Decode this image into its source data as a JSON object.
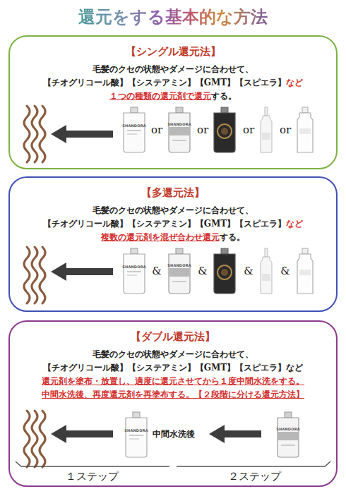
{
  "diagram": {
    "title": "還元をする基本的な方法",
    "nodes": [
      {
        "text": [
          "【シングル還元法】",
          "毛髪のクセの状態やダメージに合わせて、",
          "【チオグリコール酸】【システアミン】【GMT】【スピエラ】",
          "など",
          "１つの種類の還元剤で還元",
          "する。"
        ]
      },
      {
        "text": [
          "【多還元法】",
          "毛髪のクセの状態やダメージに合わせて、",
          "【チオグリコール酸】【システアミン】【GMT】【スピエラ】",
          "など",
          "複数の還元剤を混ぜ合わせ還元",
          "する。"
        ]
      },
      {
        "text": [
          "【ダブル還元法】",
          "毛髪のクセの状態やダメージに合わせて、",
          "【チオグリコール酸】【システアミン】【GMT】【スピエラ】など",
          "還元剤を塗布・放置し、適度に還元させてから１度中間水洗をする。",
          "中間水洗後、再度還元剤を再塗布する。【２段階に分ける還元方法】"
        ]
      }
    ],
    "labels": [
      "or",
      "or",
      "or",
      "or",
      "&",
      "&",
      "&",
      "&",
      "中間水洗後",
      "１ステップ",
      "２ステップ",
      "SHANDORA",
      "SHANDORA",
      "SHANDORA",
      "SHANDORA",
      "SHANDORA",
      "SHANDORA"
    ]
  }
}
